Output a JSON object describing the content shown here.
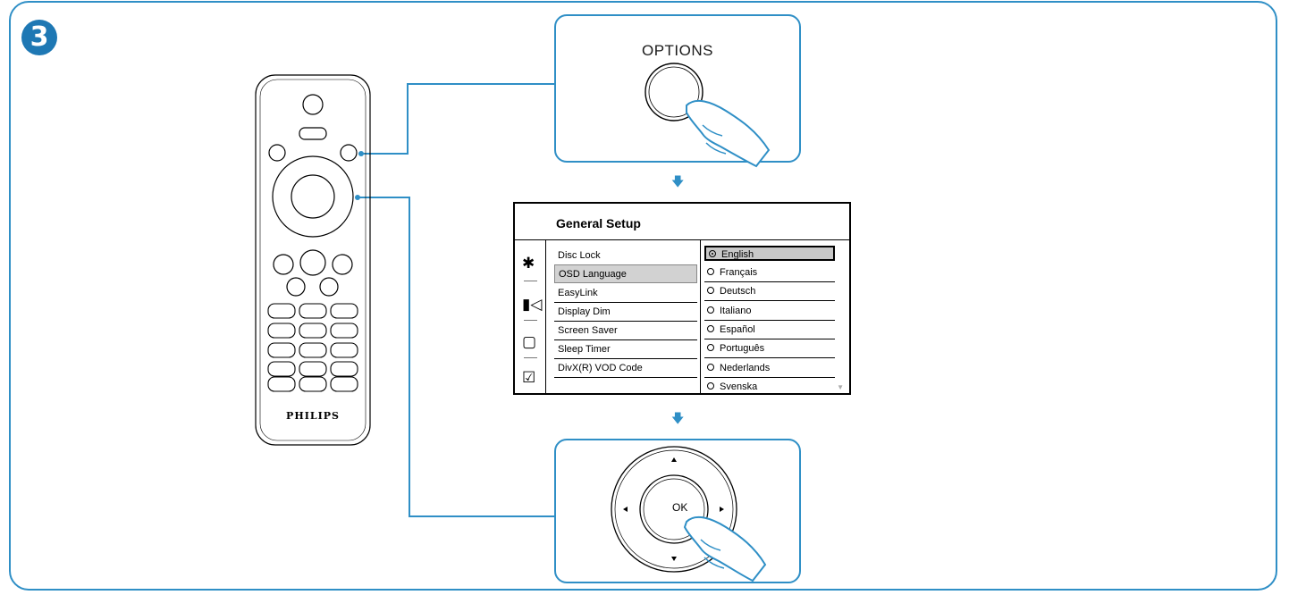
{
  "step_number": "3",
  "options_button": {
    "label": "OPTIONS"
  },
  "menu": {
    "title": "General Setup",
    "settings": [
      "Disc Lock",
      "OSD Language",
      "EasyLink",
      "Display Dim",
      "Screen Saver",
      "Sleep Timer",
      "DivX(R) VOD Code"
    ],
    "selected_setting": "OSD Language",
    "languages": [
      "English",
      "Français",
      "Deutsch",
      "Italiano",
      "Español",
      "Português",
      "Nederlands",
      "Svenska"
    ],
    "selected_language": "English",
    "side_icons": [
      "gear-icon",
      "speaker-icon",
      "screen-icon",
      "checkbox-icon"
    ]
  },
  "remote": {
    "brand": "PHILIPS"
  },
  "nav_pad": {
    "ok_label": "OK"
  },
  "colors": {
    "accent": "#2f8fc6",
    "badge": "#1e78b4"
  }
}
